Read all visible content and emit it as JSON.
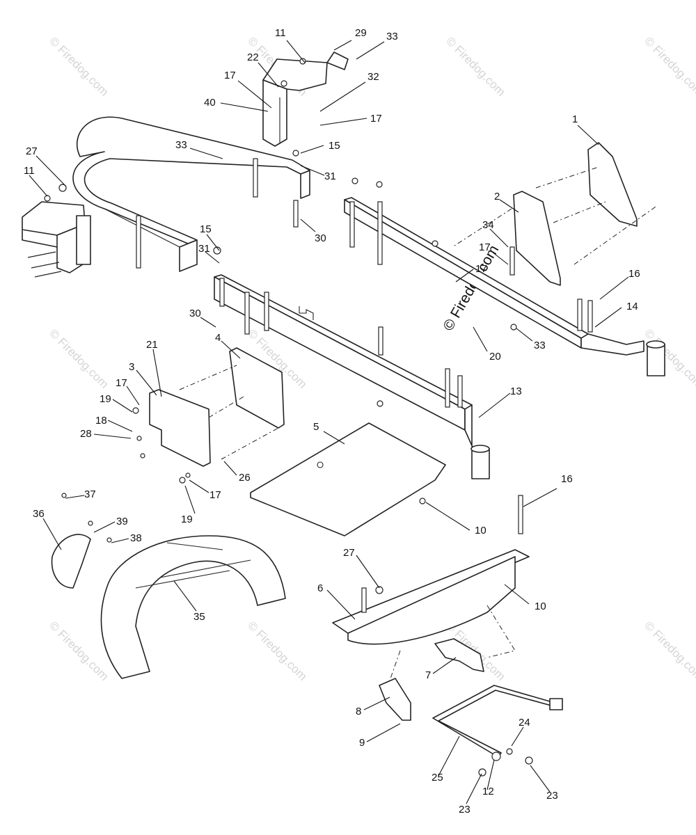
{
  "watermark": {
    "text": "© Firedog.com",
    "main_text": "© Firedog.com"
  },
  "callouts": [
    "11",
    "29",
    "33",
    "22",
    "32",
    "17",
    "40",
    "17",
    "27",
    "33",
    "15",
    "11",
    "31",
    "30",
    "1",
    "2",
    "15",
    "31",
    "34",
    "17",
    "16",
    "17",
    "30",
    "14",
    "20",
    "33",
    "4",
    "21",
    "3",
    "13",
    "17",
    "19",
    "18",
    "28",
    "5",
    "26",
    "17",
    "19",
    "37",
    "36",
    "39",
    "38",
    "16",
    "10",
    "27",
    "6",
    "10",
    "35",
    "7",
    "8",
    "9",
    "24",
    "25",
    "12",
    "23",
    "23"
  ]
}
